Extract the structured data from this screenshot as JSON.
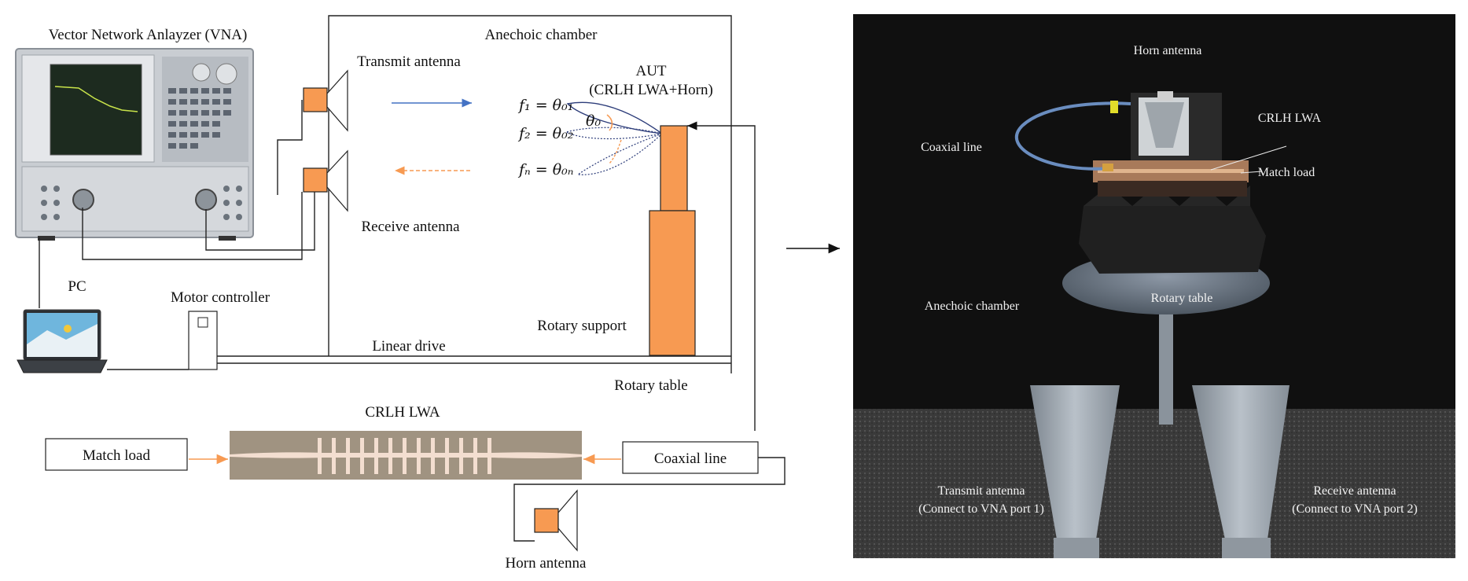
{
  "left": {
    "vna_title": "Vector Network Anlayzer (VNA)",
    "anechoic_chamber": "Anechoic chamber",
    "transmit_antenna": "Transmit antenna",
    "receive_antenna": "Receive antenna",
    "aut_line1": "AUT",
    "aut_line2": "(CRLH LWA+Horn)",
    "eq_f1": "f₁ = θ₀₁",
    "eq_f2": "f₂ = θ₀₂",
    "eq_fn": "fₙ = θ₀ₙ",
    "theta0": "θ₀",
    "pc": "PC",
    "motor_controller": "Motor controller",
    "linear_drive": "Linear drive",
    "rotary_support": "Rotary support",
    "rotary_table": "Rotary table",
    "crlh_lwa": "CRLH LWA",
    "match_load": "Match load",
    "coaxial_line": "Coaxial line",
    "horn_antenna": "Horn antenna"
  },
  "photo": {
    "horn_antenna": "Horn antenna",
    "crlh_lwa": "CRLH LWA",
    "coaxial_line": "Coaxial line",
    "match_load": "Match load",
    "anechoic_chamber": "Anechoic chamber",
    "rotary_table": "Rotary table",
    "transmit_line1": "Transmit antenna",
    "transmit_line2": "(Connect to VNA port 1)",
    "receive_line1": "Receive antenna",
    "receive_line2": "(Connect to VNA port 2)"
  },
  "colors": {
    "orange": "#f79a52",
    "blue_arrow": "#4472c4",
    "photo_bg": "#0c0c0c",
    "metal": "#9aa3ad"
  }
}
